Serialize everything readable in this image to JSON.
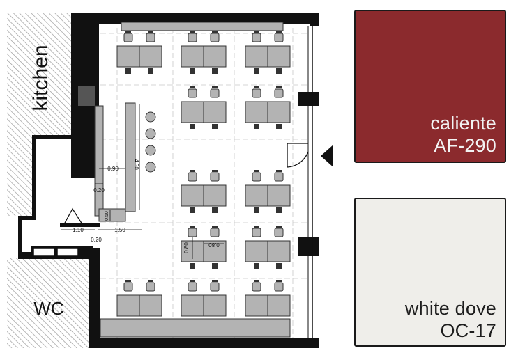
{
  "floor_plan": {
    "rooms": {
      "kitchen": "kitchen",
      "wc": "WC"
    },
    "dimensions": {
      "bar_gap": "0.90",
      "bar_length": "4.30",
      "small_gap": "0.20",
      "door_width": "1.10",
      "passage_width": "1.50",
      "lower_gap": "0.20",
      "stool_offset": "0.50",
      "table_width": "0.80",
      "table_depth": "0.80"
    },
    "colors": {
      "wall": "#111111",
      "table": "#b3b3b3",
      "hatch": "#9a9a9a"
    },
    "entrance_icon": "entrance-arrow-icon"
  },
  "palette": [
    {
      "name": "caliente",
      "code": "AF-290",
      "color": "#8b2a2d",
      "text_color": "#f2f2f2"
    },
    {
      "name": "white dove",
      "code": "OC-17",
      "color": "#efeeea",
      "text_color": "#1e1e1e"
    }
  ]
}
